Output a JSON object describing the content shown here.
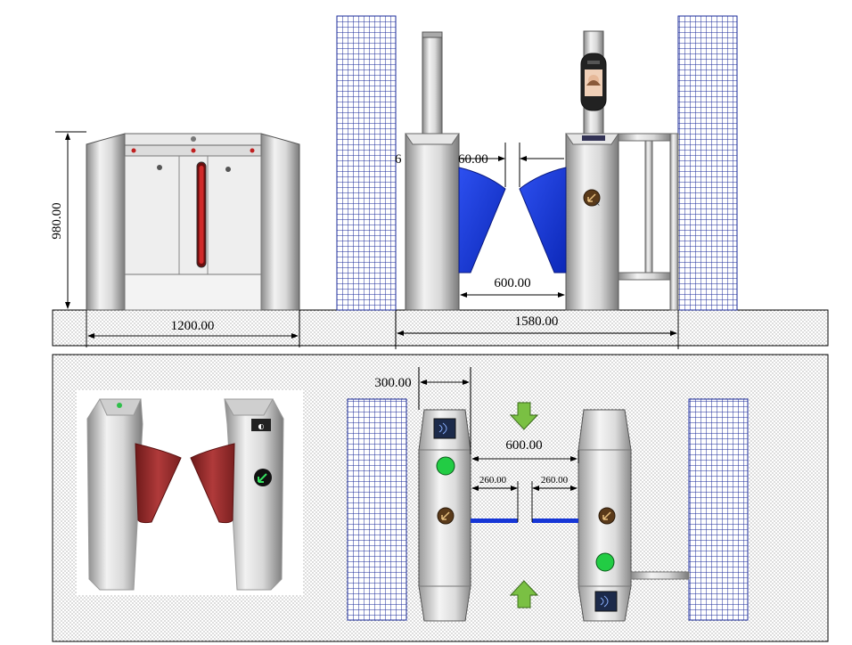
{
  "front_view": {
    "height_label": "980.00",
    "width_label": "1200.00"
  },
  "side_view": {
    "left_gap_fragment": "6",
    "gap_center_fragment": "60.00",
    "passage_width": "600.00",
    "overall_width": "1580.00"
  },
  "plan_view": {
    "cabinet_width": "300.00",
    "passage_width": "600.00",
    "flap_left": "260.00",
    "flap_right": "260.00"
  },
  "colors": {
    "wall_grid": "#1a2a9a",
    "flap_blue": "#1636d6",
    "flap_red": "#9a2a2a",
    "indicator_green": "#22cc44",
    "arrow_green": "#7ac043",
    "cabinet_metal": "#d6d6d6"
  },
  "icons": {
    "reader": "card-reader-icon",
    "direction": "direction-arrow-icon",
    "face_terminal": "face-recognition-terminal-icon"
  }
}
